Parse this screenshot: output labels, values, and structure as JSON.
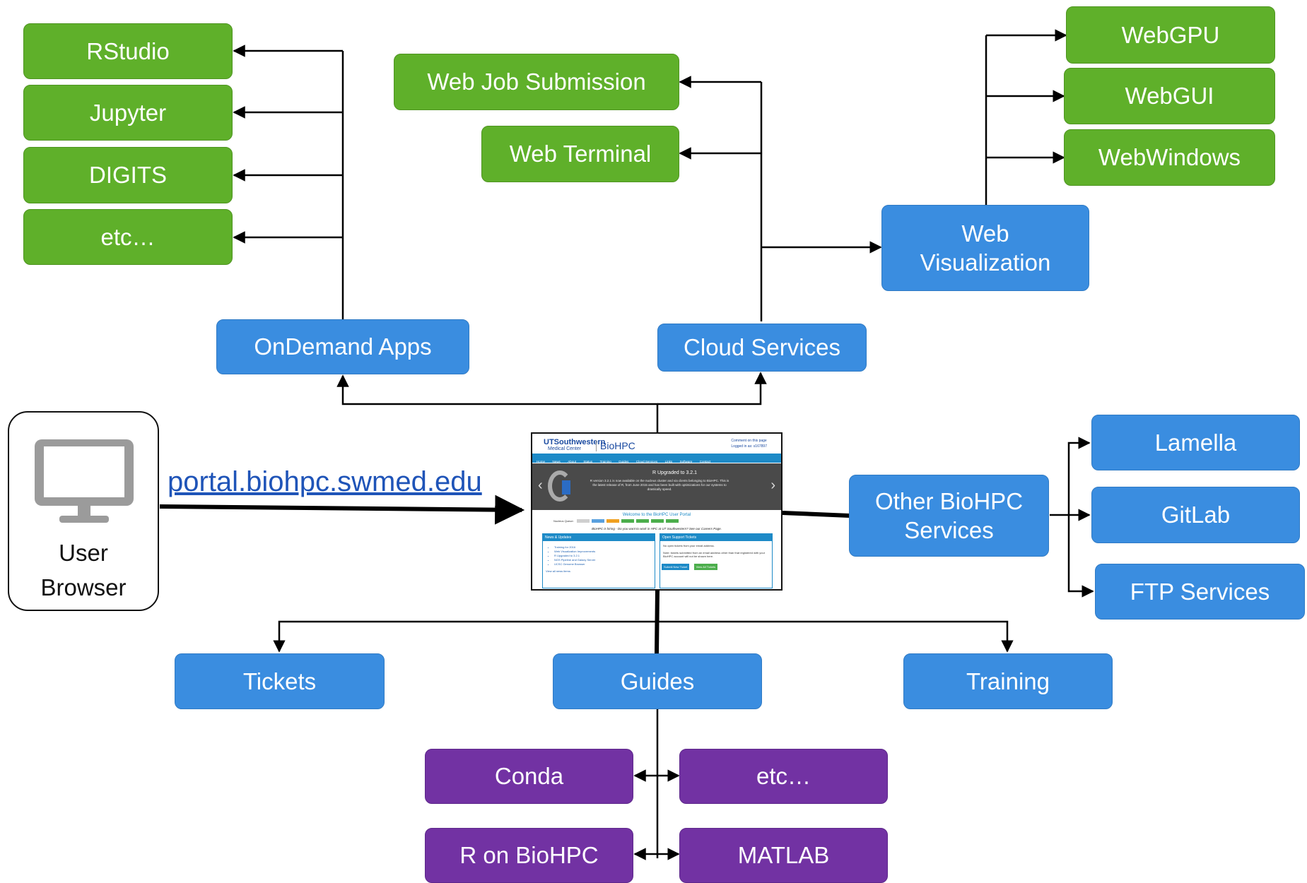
{
  "colors": {
    "green": "#5fb02a",
    "blue": "#3a8de0",
    "purple": "#7232a3",
    "line": "#000000",
    "url": "#1f54b8"
  },
  "user": {
    "icon": "monitor-icon",
    "label_line1": "User",
    "label_line2": "Browser"
  },
  "url": "portal.biohpc.swmed.edu",
  "hub": {
    "logo": "UTSouthwestern",
    "logo_sub": "Medical Center",
    "brand": "BioHPC",
    "user_line1": "Comment on this page",
    "user_line2": "Logged in as: s167897",
    "nav": [
      "Home",
      "News",
      "About",
      "Status",
      "Training",
      "Guides",
      "Cloud Services",
      "Links",
      "Software",
      "Contact"
    ],
    "banner_title": "R Upgraded to 3.2.1",
    "banner_text": "R version 3.2.1 is now available on the nucleus cluster and via clients belonging to BioHPC. This is the latest release of R, from June 2015 and has been built with optimizations for our systems to drastically speed.",
    "welcome": "Welcome to the BioHPC User Portal",
    "status": "Nucleus Queue:",
    "hiring": "BioHPC is hiring - Do you want to work in HPC at UT Southwestern? See our Careers Page.",
    "panel_news_title": "News & Updates",
    "panel_news_items": [
      "Training for 2016",
      "Web Visualization Improvements",
      "R Upgraded to 3.2.1",
      "NGS Pipeline and Galaxy Server",
      "UCSC Genome Browser"
    ],
    "panel_news_more": "View all news items",
    "panel_tickets_title": "Open Support Tickets",
    "panel_tickets_text1": "No open tickets from your email address.",
    "panel_tickets_text2": "Note: tickets submitted from an email address other than that registered with your BioHPC account will not be shown here.",
    "btn_submit": "Submit New Ticket",
    "btn_view": "View All Tickets"
  },
  "ondemand": {
    "label": "OnDemand Apps",
    "apps": [
      "RStudio",
      "Jupyter",
      "DIGITS",
      "etc…"
    ]
  },
  "cloud": {
    "label": "Cloud Services",
    "web_job": "Web Job Submission",
    "web_terminal": "Web Terminal",
    "web_vis": "Web Visualization",
    "vis_items": [
      "WebGPU",
      "WebGUI",
      "WebWindows"
    ]
  },
  "other": {
    "label": "Other BioHPC Services",
    "items": [
      "Lamella",
      "GitLab",
      "FTP Services"
    ]
  },
  "bottom": {
    "tickets": "Tickets",
    "guides": "Guides",
    "training": "Training",
    "guide_items": [
      "Conda",
      "etc…",
      "R on BioHPC",
      "MATLAB"
    ]
  }
}
